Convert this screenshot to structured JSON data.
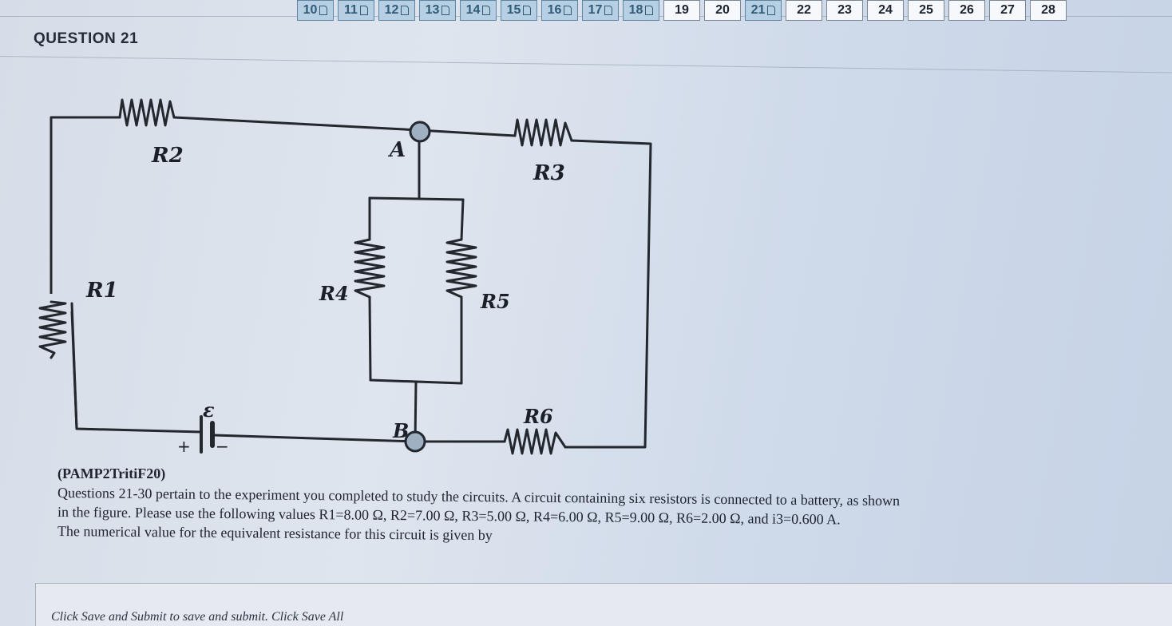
{
  "nav": {
    "items": [
      {
        "label": "10",
        "answered": true
      },
      {
        "label": "11",
        "answered": true
      },
      {
        "label": "12",
        "answered": true
      },
      {
        "label": "13",
        "answered": true
      },
      {
        "label": "14",
        "answered": true
      },
      {
        "label": "15",
        "answered": true
      },
      {
        "label": "16",
        "answered": true
      },
      {
        "label": "17",
        "answered": true
      },
      {
        "label": "18",
        "answered": true
      },
      {
        "label": "19",
        "answered": false
      },
      {
        "label": "20",
        "answered": false
      },
      {
        "label": "21",
        "answered": true
      },
      {
        "label": "22",
        "answered": false
      },
      {
        "label": "23",
        "answered": false
      },
      {
        "label": "24",
        "answered": false
      },
      {
        "label": "25",
        "answered": false
      },
      {
        "label": "26",
        "answered": false
      },
      {
        "label": "27",
        "answered": false
      },
      {
        "label": "28",
        "answered": false
      }
    ]
  },
  "question": {
    "title": "QUESTION 21",
    "code": "(PAMP2TritiF20)",
    "line1": "Questions 21-30 pertain to the experiment you completed to study the circuits.  A circuit containing six resistors is connected to a battery, as shown",
    "line2": "in the figure. Please use the following values R1=8.00 Ω,  R2=7.00 Ω,  R3=5.00 Ω,  R4=6.00 Ω,  R5=9.00 Ω, R6=2.00 Ω, and i3=0.600 A.",
    "line3": "The numerical value for the equivalent resistance for this circuit is given by"
  },
  "circuit": {
    "labels": {
      "r1": "R1",
      "r2": "R2",
      "r3": "R3",
      "r4": "R4",
      "r5": "R5",
      "r6": "R6",
      "node_a": "A",
      "node_b": "B",
      "emf": "ε",
      "plus": "+",
      "minus": "−"
    }
  },
  "footer": {
    "text": "Click Save and Submit to save and submit. Click Save All"
  },
  "colors": {
    "answered_bg": "#b7cfe2",
    "answered_text": "#2f5a78",
    "node_fill": "#9fb0c2"
  }
}
